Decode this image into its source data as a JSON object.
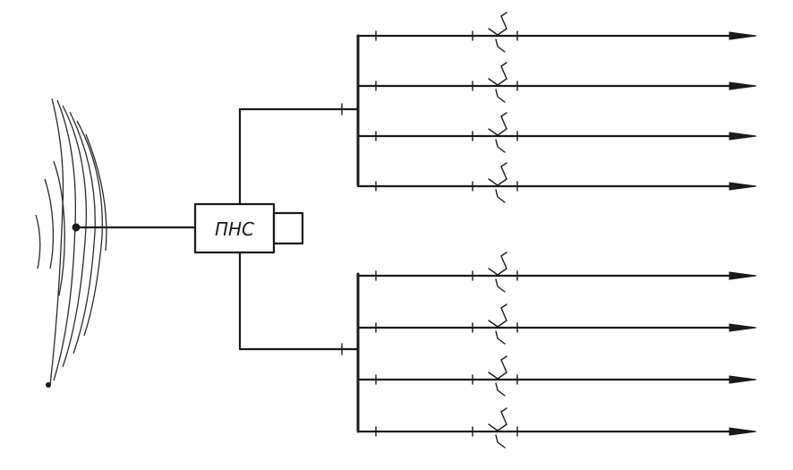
{
  "diagram": {
    "unit_label": "ПНС",
    "groups": [
      {
        "name": "upper",
        "branches": 4
      },
      {
        "name": "lower",
        "branches": 4
      }
    ]
  }
}
